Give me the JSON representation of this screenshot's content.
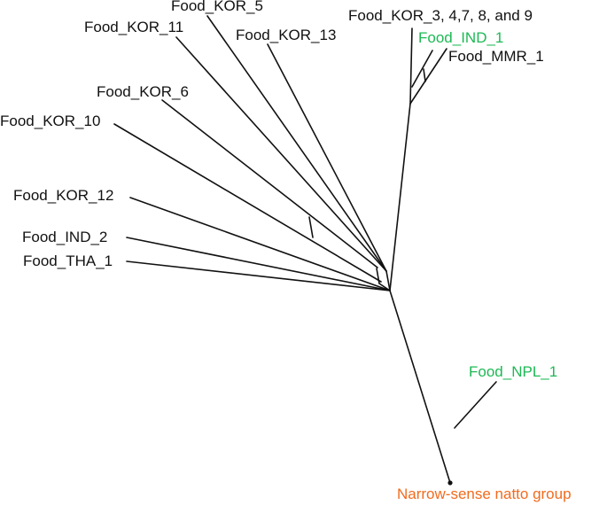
{
  "diagram": {
    "type": "unrooted phylogenetic tree",
    "colors": {
      "line": "#111111",
      "default_label": "#111111",
      "highlight_green": "#1db954",
      "highlight_orange": "#f26b1d"
    },
    "labels": {
      "kor_5": "Food_KOR_5",
      "kor_11": "Food_KOR_11",
      "kor_13": "Food_KOR_13",
      "kor_3_group": "Food_KOR_3, 4,7, 8, and 9",
      "ind_1": "Food_IND_1",
      "mmr_1": "Food_MMR_1",
      "kor_6": "Food_KOR_6",
      "kor_10": "Food_KOR_10",
      "kor_12": "Food_KOR_12",
      "ind_2": "Food_IND_2",
      "tha_1": "Food_THA_1",
      "npl_1": "Food_NPL_1",
      "natto": "Narrow-sense natto group"
    }
  }
}
